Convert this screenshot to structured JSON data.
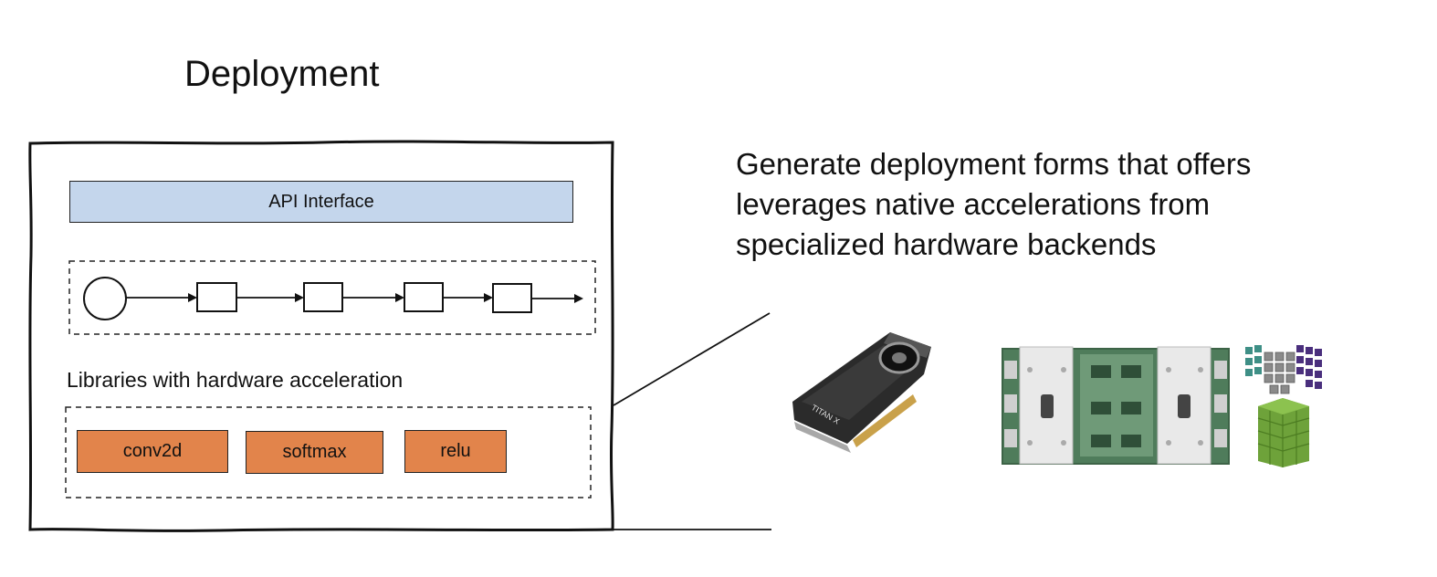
{
  "title": "Deployment",
  "description": [
    "Generate deployment forms that offers",
    "leverages native accelerations from",
    "specialized hardware backends"
  ],
  "api_interface": "API Interface",
  "libraries_title": "Libraries with hardware acceleration",
  "libraries": [
    "conv2d",
    "softmax",
    "relu"
  ],
  "hardware": [
    "gpu-card",
    "tpu-board",
    "npu-cube"
  ],
  "colors": {
    "api": "#c4d6ec",
    "library": "#e2844b",
    "board": "#4f7c5b",
    "cube": "#6ea23a"
  }
}
